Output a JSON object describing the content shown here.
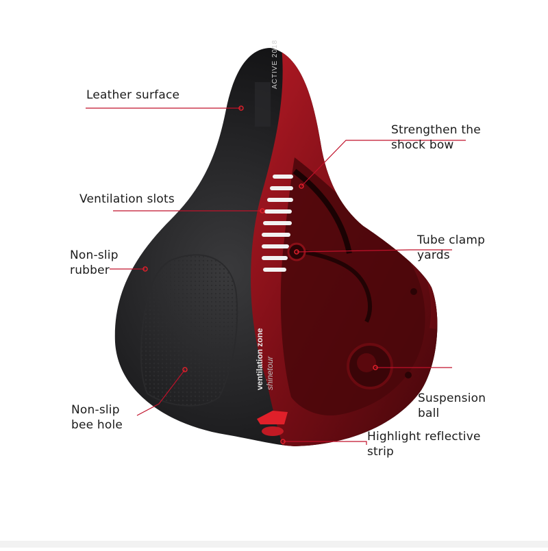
{
  "product": {
    "brand_mark": "ACTIVE 2018",
    "side_print_line1": "ventilation zone",
    "side_print_line2": "shinetour"
  },
  "labels": {
    "leather_surface": "Leather surface",
    "strengthen_line1": "Strengthen the",
    "strengthen_line2": "shock bow",
    "ventilation_slots": "Ventilation slots",
    "tube_clamp_line1": "Tube clamp",
    "tube_clamp_line2": "yards",
    "nonslip_rubber_line1": "Non-slip",
    "nonslip_rubber_line2": "rubber",
    "suspension_line1": "Suspension",
    "suspension_line2": "ball",
    "nonslip_bee_line1": "Non-slip",
    "nonslip_bee_line2": "bee hole",
    "highlight_line1": "Highlight reflective",
    "highlight_line2": "strip"
  },
  "colors": {
    "leader_line": "#c0112a",
    "seat_black": "#1b1b1d",
    "seat_red": "#7a0e16",
    "accent_red": "#e0202a"
  }
}
